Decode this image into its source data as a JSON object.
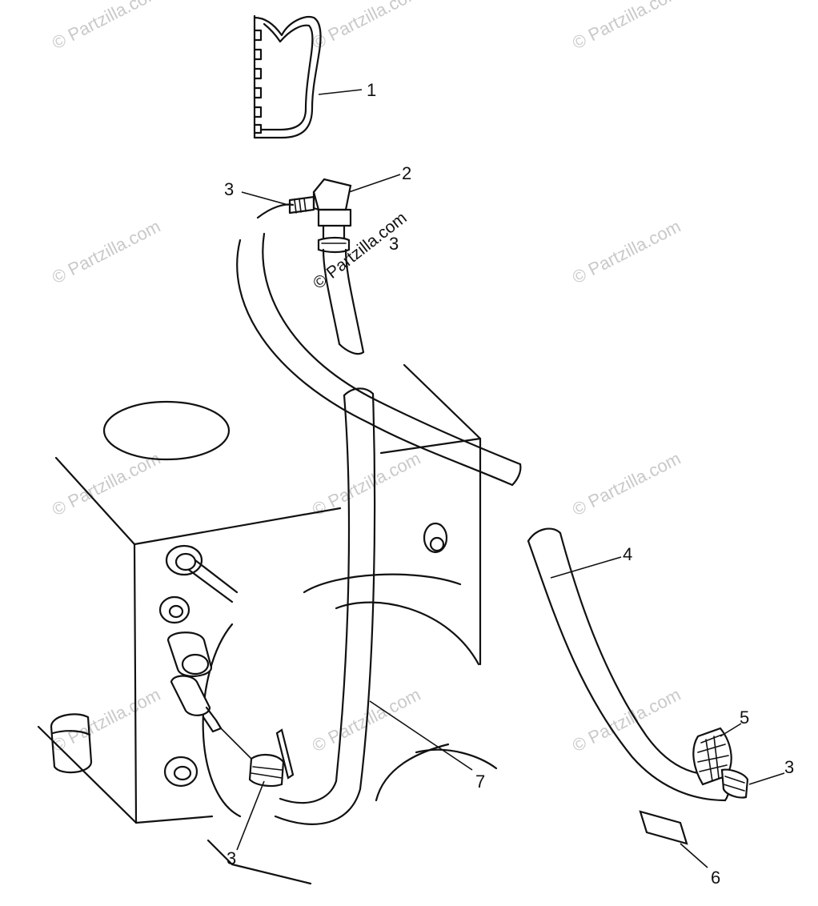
{
  "watermark": "© Partzilla.com",
  "callouts": [
    {
      "id": "c1",
      "label": "1"
    },
    {
      "id": "c2",
      "label": "2"
    },
    {
      "id": "c3a",
      "label": "3"
    },
    {
      "id": "c3b",
      "label": "3"
    },
    {
      "id": "c3c",
      "label": "3"
    },
    {
      "id": "c3d",
      "label": "3"
    },
    {
      "id": "c4",
      "label": "4"
    },
    {
      "id": "c5",
      "label": "5"
    },
    {
      "id": "c6",
      "label": "6"
    },
    {
      "id": "c7",
      "label": "7"
    }
  ]
}
